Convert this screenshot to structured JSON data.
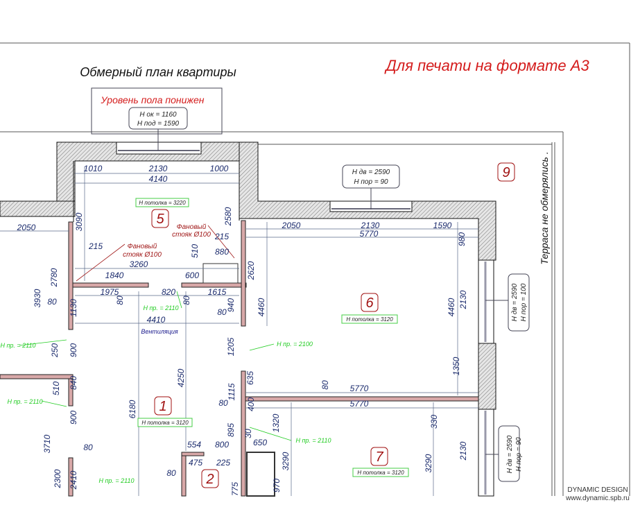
{
  "header": {
    "title": "Обмерный план квартиры",
    "print_note": "Для печати на формате А3"
  },
  "callouts": {
    "floor_lowered": "Уровень пола понижен",
    "window_top": [
      "Н ок = 1160",
      "Н под = 1590"
    ],
    "door_room6": [
      "Н дв = 2590",
      "Н пор = 90"
    ],
    "door_right6": [
      "Н дв = 2590",
      "Н пор = 100"
    ],
    "door_right7": [
      "Н дв = 2590",
      "Н пор = 90"
    ],
    "terrace_note": "Терраса не обмерялись ."
  },
  "rooms": {
    "r1": {
      "number": "1",
      "ceiling": "Н потолка = 3120"
    },
    "r2": {
      "number": "2"
    },
    "r5": {
      "number": "5",
      "ceiling": "Н потолка = 3220"
    },
    "r6": {
      "number": "6",
      "ceiling": "Н потолка = 3120"
    },
    "r7": {
      "number": "7",
      "ceiling": "Н потолка = 3120"
    },
    "r9": {
      "number": "9"
    }
  },
  "annotations": {
    "stack": [
      "Фановый",
      "стояк Ø100"
    ],
    "ventilation": "Вентиляция",
    "openings": [
      "Н пр. = 2110",
      "Н пр. = 2100"
    ]
  },
  "dimensions": [
    "1010",
    "2130",
    "1000",
    "4140",
    "3090",
    "2580",
    "215",
    "215",
    "880",
    "510",
    "3260",
    "1840",
    "600",
    "1975",
    "820",
    "1615",
    "80",
    "80",
    "4410",
    "2050",
    "2780",
    "3930",
    "80",
    "1130",
    "940",
    "80",
    "2620",
    "4460",
    "2050",
    "2130",
    "1590",
    "5770",
    "980",
    "4460",
    "2130",
    "1205",
    "1350",
    "80",
    "5770",
    "5770",
    "635",
    "1115",
    "80",
    "400",
    "330",
    "1320",
    "30",
    "650",
    "895",
    "3290",
    "3290",
    "2130",
    "970",
    "775",
    "250",
    "900",
    "840",
    "510",
    "900",
    "80",
    "3710",
    "2300",
    "2410",
    "6180",
    "4250",
    "554",
    "800",
    "475",
    "225",
    "80"
  ],
  "footer": {
    "company": "DYNAMIC DESIGN",
    "website": "www.dynamic.spb.ru"
  },
  "colors": {
    "accent_red": "#d41c1c",
    "dimension_blue": "#1a2a6c",
    "opening_green": "#22cc22",
    "room_number": "#a01010"
  }
}
